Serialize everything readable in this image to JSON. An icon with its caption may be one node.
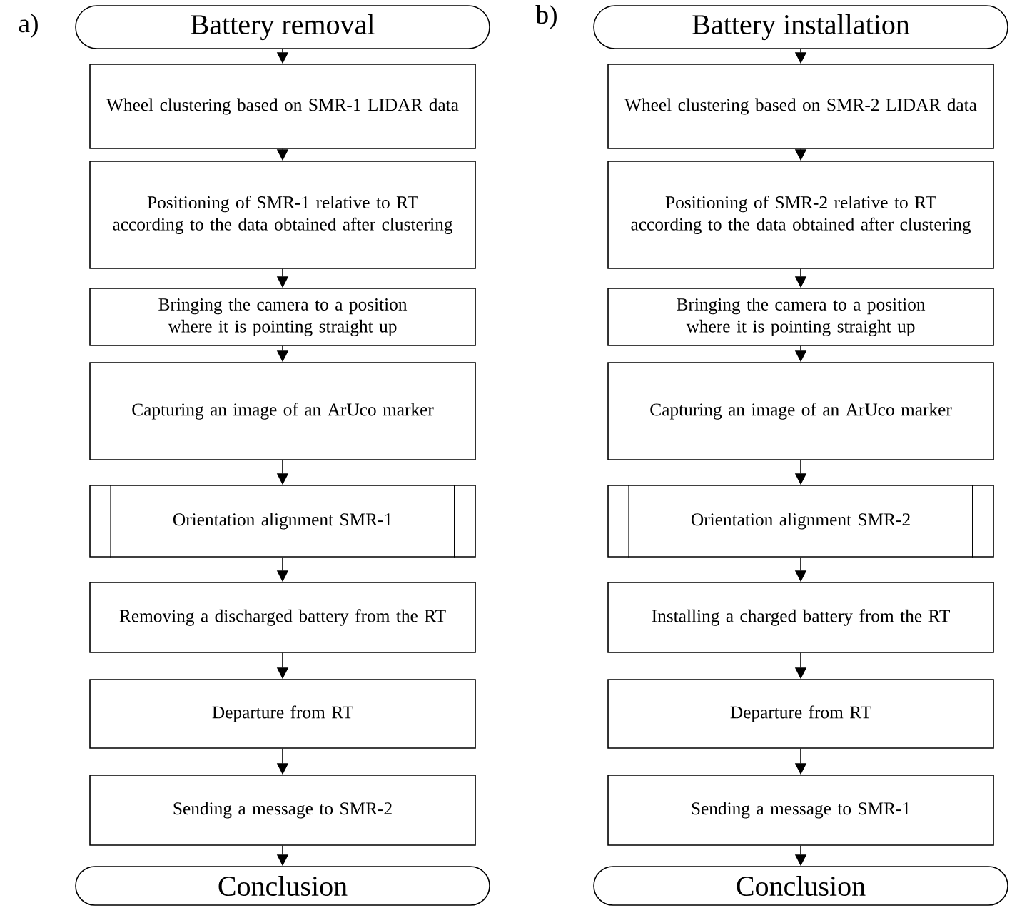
{
  "diagram": {
    "nodes": [
      {
        "text": [
          "Battery removal"
        ]
      },
      {
        "text": [
          "Wheel clustering based on SMR-1 LIDAR data"
        ]
      },
      {
        "text": [
          "Positioning of SMR-1 relative to RT according to the data obtained after clustering"
        ]
      },
      {
        "text": [
          "Bringing the camera to a position where it is pointing straight up"
        ]
      },
      {
        "text": [
          "Capturing an image of an ArUco marker"
        ]
      },
      {
        "text": [
          "Orientation alignment SMR-1"
        ]
      },
      {
        "text": [
          "Removing a discharged battery from the RT"
        ]
      },
      {
        "text": [
          "Departure from RT"
        ]
      },
      {
        "text": [
          "Sending a message to SMR-2"
        ]
      },
      {
        "text": [
          "Conclusion"
        ]
      },
      {
        "text": [
          "Battery installation"
        ]
      },
      {
        "text": [
          "Wheel clustering based on SMR-2 LIDAR data"
        ]
      },
      {
        "text": [
          "Positioning of SMR-2 relative to RT according to the data obtained after clustering"
        ]
      },
      {
        "text": [
          "Bringing the camera to a position where it is pointing straight up"
        ]
      },
      {
        "text": [
          "Capturing an image of an ArUco marker"
        ]
      },
      {
        "text": [
          "Orientation alignment SMR-2"
        ]
      },
      {
        "text": [
          "Installing a charged battery from the RT"
        ]
      },
      {
        "text": [
          "Departure from RT"
        ]
      },
      {
        "text": [
          "Sending a message to SMR-1"
        ]
      },
      {
        "text": [
          "Conclusion"
        ]
      }
    ],
    "edges": [
      {
        "from": 0,
        "to": 1,
        "arrow": "to"
      },
      {
        "from": 1,
        "to": 2,
        "arrow": "to"
      },
      {
        "from": 2,
        "to": 3,
        "arrow": "to"
      },
      {
        "from": 3,
        "to": 4,
        "arrow": "to"
      },
      {
        "from": 4,
        "to": 5,
        "arrow": "to"
      },
      {
        "from": 5,
        "to": 6,
        "arrow": "to"
      },
      {
        "from": 6,
        "to": 7,
        "arrow": "to"
      },
      {
        "from": 7,
        "to": 8,
        "arrow": "to"
      },
      {
        "from": 8,
        "to": 9,
        "arrow": "to"
      },
      {
        "from": 10,
        "to": 11,
        "arrow": "to"
      },
      {
        "from": 11,
        "to": 12,
        "arrow": "to"
      },
      {
        "from": 12,
        "to": 13,
        "arrow": "to"
      },
      {
        "from": 13,
        "to": 14,
        "arrow": "to"
      },
      {
        "from": 14,
        "to": 15,
        "arrow": "to"
      },
      {
        "from": 15,
        "to": 16,
        "arrow": "to"
      },
      {
        "from": 16,
        "to": 17,
        "arrow": "to"
      },
      {
        "from": 17,
        "to": 18,
        "arrow": "to"
      },
      {
        "from": 18,
        "to": 19,
        "arrow": "to"
      }
    ],
    "labels": [
      "a)",
      "b)"
    ]
  }
}
